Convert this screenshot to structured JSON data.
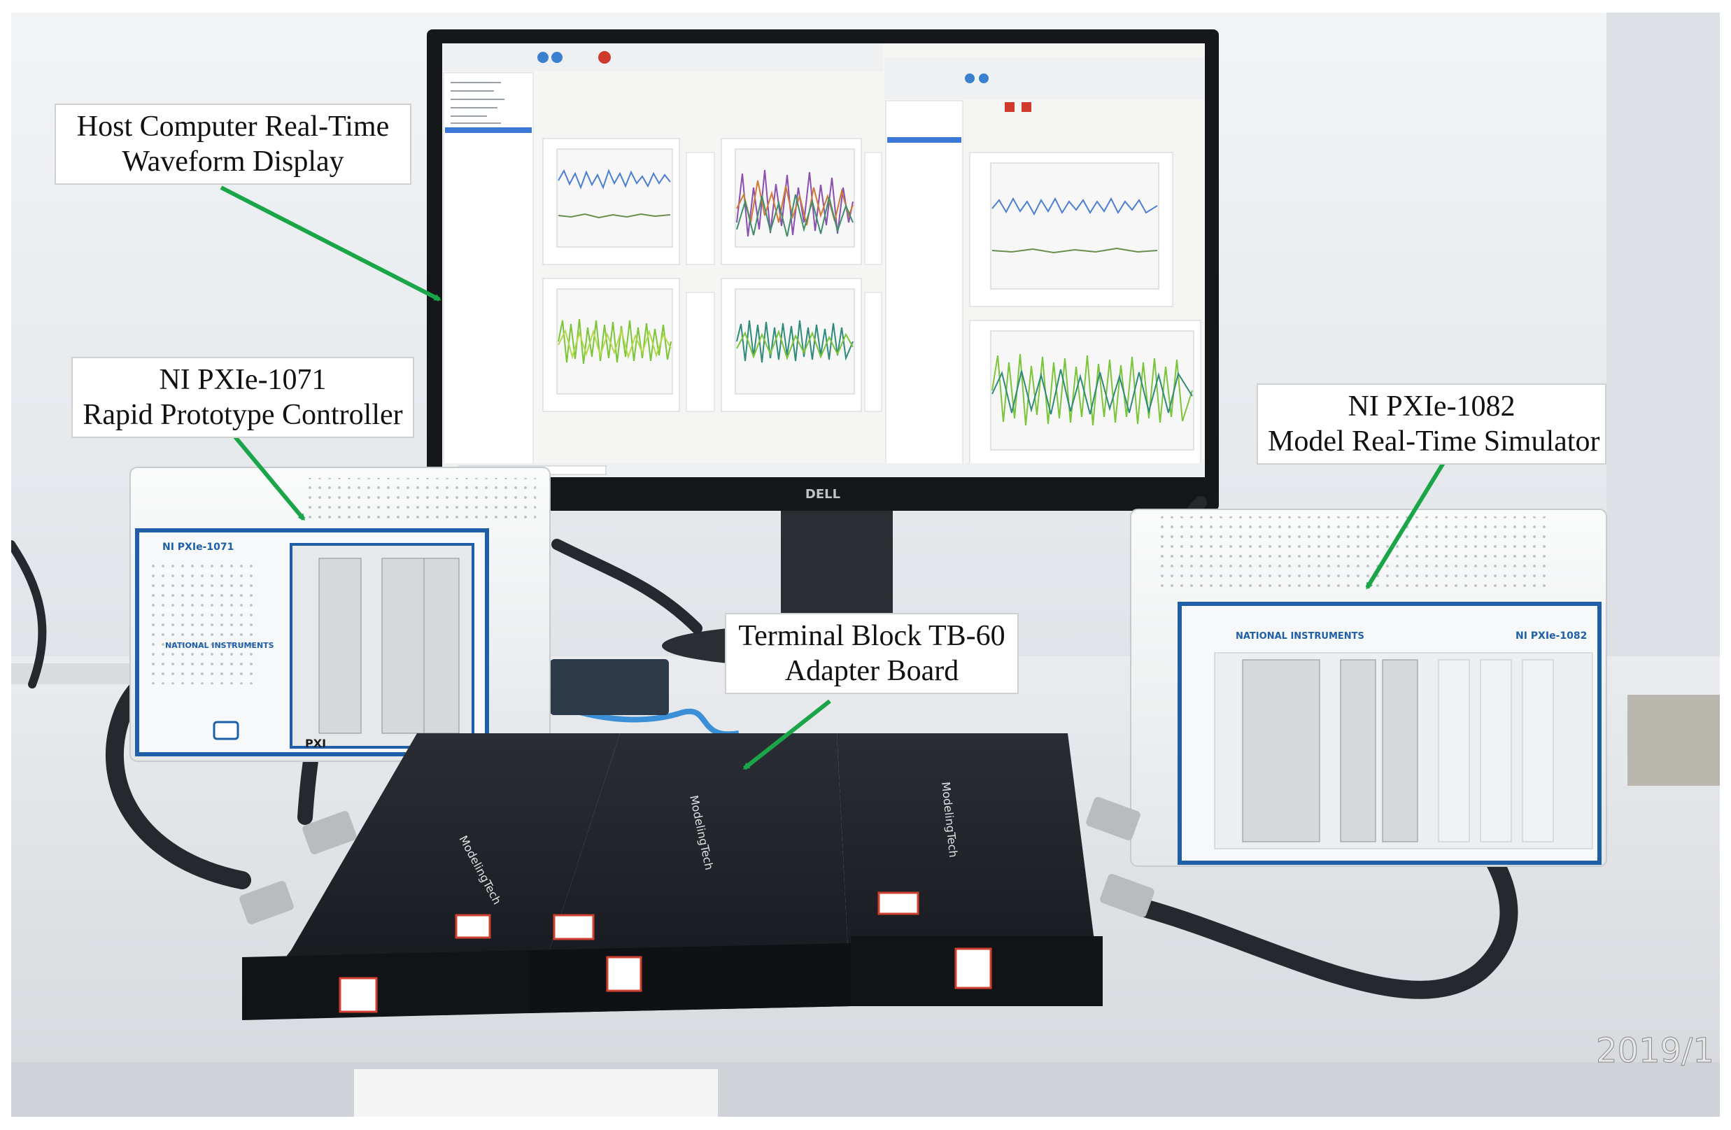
{
  "labels": {
    "host_display": {
      "line1": "Host Computer Real-Time",
      "line2": "Waveform Display"
    },
    "controller": {
      "line1": "NI PXIe-1071",
      "line2": "Rapid Prototype Controller"
    },
    "simulator": {
      "line1": "NI PXIe-1082",
      "line2": "Model Real-Time Simulator"
    },
    "terminal_block": {
      "line1": "Terminal Block TB-60",
      "line2": "Adapter Board"
    }
  },
  "equipment": {
    "monitor_brand": "DELL",
    "controller_chassis_badge": "NI PXIe-1071",
    "controller_chassis_brand": "NATIONAL INSTRUMENTS",
    "controller_chassis_footer": "PXI",
    "simulator_chassis_badge": "NI PXIe-1082",
    "simulator_chassis_brand": "NATIONAL INSTRUMENTS",
    "terminal_brand": "ModelingTech"
  },
  "photo_timestamp": "2019/1",
  "colors": {
    "arrow": "#1aa548",
    "desk": "#e4e6e9",
    "wall": "#e9ecef",
    "chassis": "#f2f3f4",
    "ni_blue": "#1f5fa8",
    "terminal_box": "#1c1f24",
    "cable": "#25282d",
    "ethernet": "#3a8fd6",
    "waveform_green": "#7cc43a",
    "waveform_teal": "#2e8a7a",
    "waveform_blue": "#4c7fd1",
    "waveform_purple": "#8a4fb0"
  }
}
